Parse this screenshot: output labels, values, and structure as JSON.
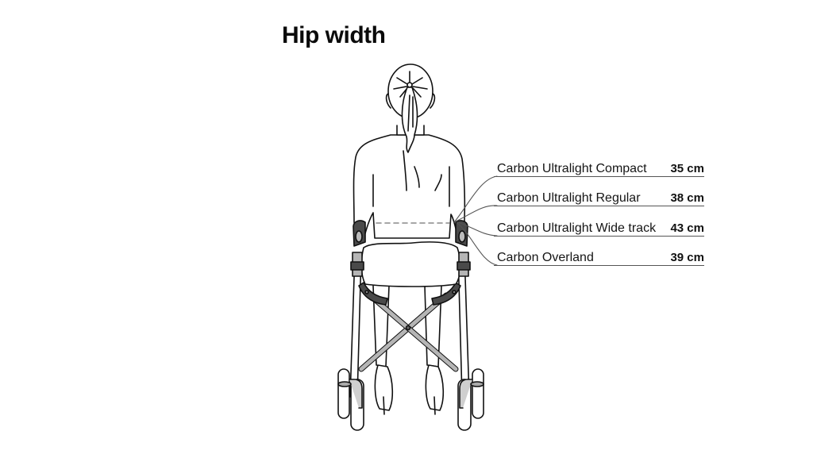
{
  "title": "Hip width",
  "specs": [
    {
      "model": "Carbon Ultralight Compact",
      "value": "35 cm"
    },
    {
      "model": "Carbon Ultralight Regular",
      "value": "38 cm"
    },
    {
      "model": "Carbon Ultralight Wide track",
      "value": "43 cm"
    },
    {
      "model": "Carbon Overland",
      "value": "39 cm"
    }
  ],
  "illustration": {
    "subject": "seated-woman-on-rollator-rear-view",
    "measurement": "hip-width-dashed-line",
    "colors": {
      "line": "#111111",
      "dashed": "#888888",
      "frame_dark": "#4a4a4a",
      "frame_light": "#b5b5b5",
      "leader": "#555555"
    }
  }
}
